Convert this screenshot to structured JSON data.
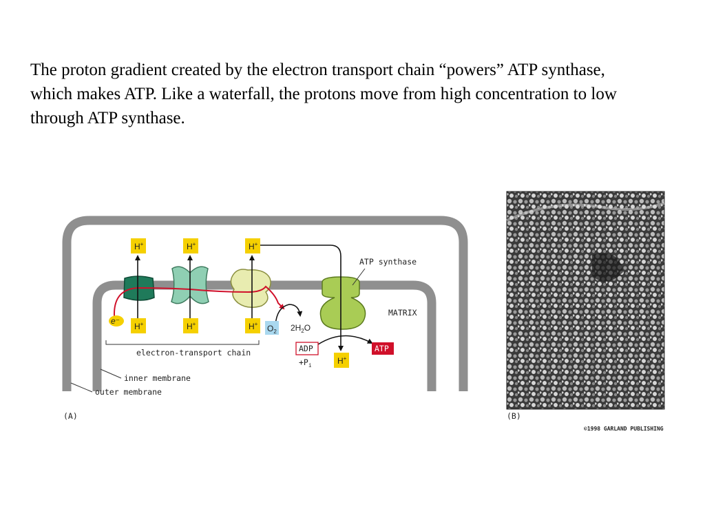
{
  "slide": {
    "text": "The proton gradient created by the electron transport chain “powers” ATP synthase, which makes ATP.  Like a waterfall, the protons move from high concentration to low through ATP synthase."
  },
  "diagram": {
    "panel_a_label": "(A)",
    "panel_b_label": "(B)",
    "atp_synthase_label": "ATP synthase",
    "matrix_label": "MATRIX",
    "etc_label": "electron-transport chain",
    "inner_membrane_label": "inner membrane",
    "outer_membrane_label": "outer membrane",
    "electron_label": "e⁻",
    "proton_label": "H",
    "proton_charge": "+",
    "oxygen_label": "O",
    "oxygen_sub": "2",
    "water_pre": "2H",
    "water_sub": "2",
    "water_post": "O",
    "adp_label": "ADP",
    "pi_label": "+P",
    "pi_sub": "i",
    "atp_label": "ATP",
    "copyright": "©1998 GARLAND PUBLISHING"
  },
  "colors": {
    "membrane_gray": "#8f8f8f",
    "proton_box": "#f5d000",
    "complex1": "#1f7a5a",
    "complex3": "#8fcfb3",
    "complex4": "#e8ecb0",
    "atp_synthase": "#a9cc55",
    "electron_path": "#d0102a",
    "oxygen_box": "#a9d8ef",
    "atp_box": "#d0102a"
  }
}
